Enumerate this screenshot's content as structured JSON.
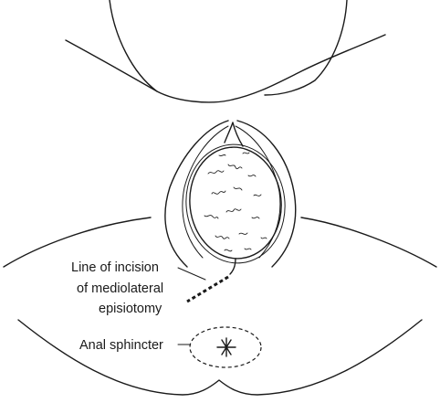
{
  "figure": {
    "labels": {
      "incision_line1": "Line of incision",
      "incision_line2": "of mediolateral",
      "incision_line3": "episiotomy",
      "anal_sphincter": "Anal sphincter"
    }
  }
}
